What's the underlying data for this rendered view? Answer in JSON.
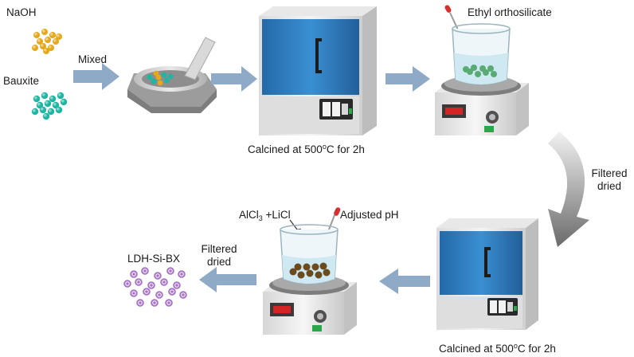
{
  "labels": {
    "naoh": "NaOH",
    "bauxite": "Bauxite",
    "mixed": "Mixed",
    "calcine_top_pre": "Calcined at 500",
    "calcine_top_sup": "o",
    "calcine_top_post": "C for 2h",
    "ethyl": "Ethyl orthosilicate",
    "filtered_right_1": "Filtered",
    "filtered_right_2": "dried",
    "alcl_pre": "AlCl",
    "alcl_sub": "3",
    "alcl_post": " +LiCl",
    "adjusted_ph": "Adjusted pH",
    "filtered_left_1": "Filtered",
    "filtered_left_2": "dried",
    "product": "LDH-Si-BX",
    "calcine_bottom_pre": "Calcined at 500",
    "calcine_bottom_sup": "o",
    "calcine_bottom_post": "C for 2h"
  },
  "colors": {
    "naoh_particles": "#e5a81c",
    "bauxite_particles": "#1fb5a3",
    "product_particles": "#a773c6",
    "oven_blue": "#2b7fc4",
    "arrow": "#8faac7",
    "stirrer_display": "#d42424",
    "beaker_liquid": "#cfe9f3",
    "silica_beads": "#5aab73",
    "brown_beads": "#6b4b1e"
  }
}
